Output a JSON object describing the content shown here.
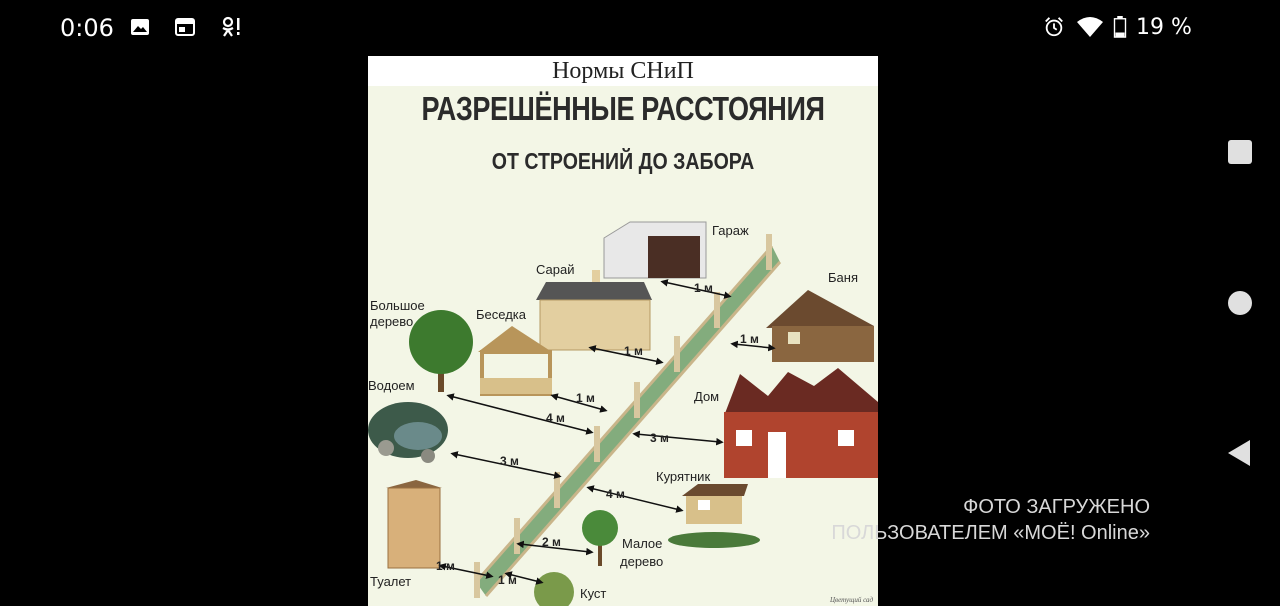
{
  "status_bar": {
    "time": "0:06",
    "battery": "19 %",
    "left_icons": [
      "image-icon",
      "calendar-icon",
      "odnoklassniki-icon"
    ],
    "right_icons": [
      "alarm-icon",
      "wifi-icon",
      "battery-icon"
    ]
  },
  "navigation": {
    "buttons": [
      "recents-square-button",
      "home-circle-button",
      "back-triangle-button"
    ]
  },
  "photo": {
    "header": "Нормы СНиП",
    "title": "РАЗРЕШЁННЫЕ РАССТОЯНИЯ",
    "subtitle": "ОТ СТРОЕНИЙ ДО ЗАБОРА",
    "labels": {
      "garage": "Гараж",
      "shed": "Сарай",
      "bathhouse": "Баня",
      "big_tree_1": "Большое",
      "big_tree_2": "дерево",
      "gazebo": "Беседка",
      "pond": "Водоем",
      "house": "Дом",
      "chicken_coop": "Курятник",
      "small_tree_1": "Малое",
      "small_tree_2": "дерево",
      "toilet": "Туалет",
      "bush": "Куст"
    },
    "distances": {
      "garage": "1 м",
      "shed": "1 м",
      "bathhouse": "1 м",
      "gazebo": "1 м",
      "big_tree": "4 м",
      "house": "3 м",
      "pond": "3 м",
      "chicken_coop": "4 м",
      "small_tree": "2 м",
      "toilet": "1 м",
      "bush": "1 м"
    },
    "signature": "Цветущий сад"
  },
  "watermark": {
    "line1": "ФОТО ЗАГРУЖЕНО",
    "line2": "ПОЛЬЗОВАТЕЛЕМ «МОЁ! Online»"
  }
}
